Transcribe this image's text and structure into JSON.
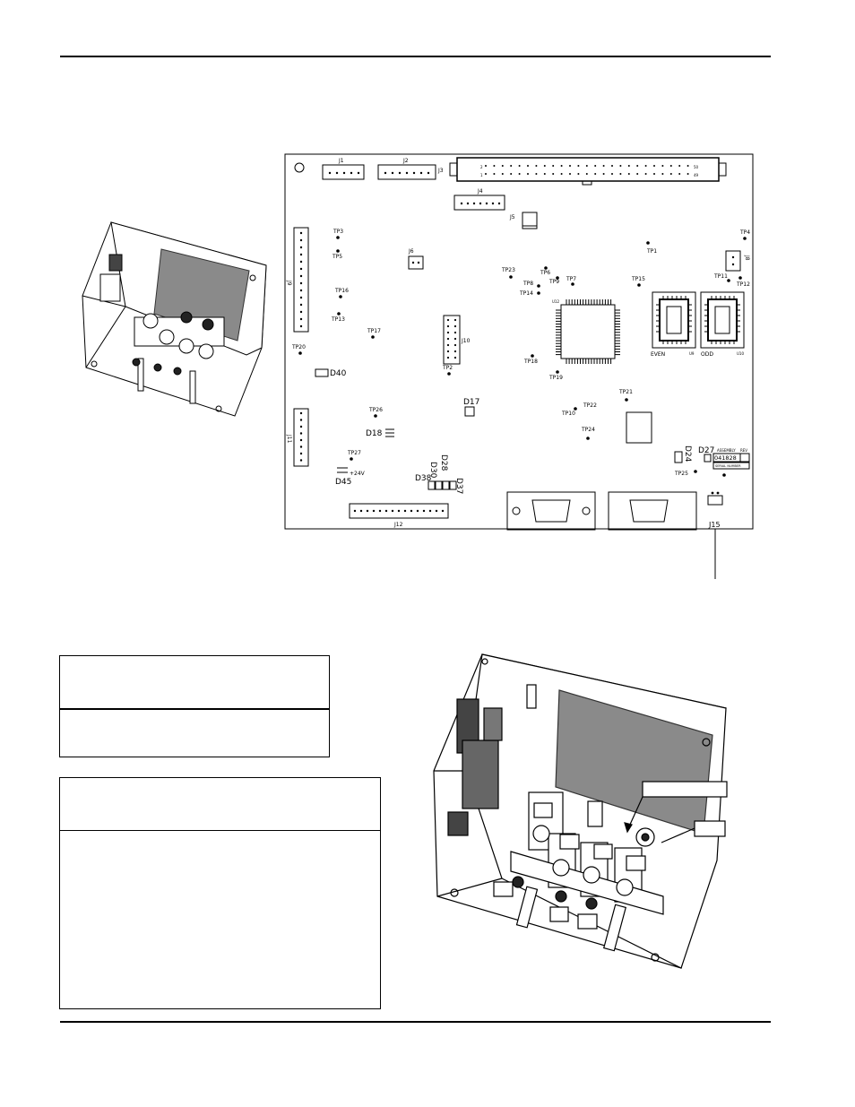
{
  "board": {
    "connectors": {
      "j1": "J1",
      "j2": "J2",
      "j3": "J3",
      "j4": "J4",
      "j5": "J5",
      "j6": "J6",
      "j8": "J8",
      "j9": "J9",
      "j10": "J10",
      "j11": "J11",
      "j12": "J12",
      "j15": "J15"
    },
    "j3_pins": {
      "left_top": "2",
      "left_bottom": "1",
      "right_top": "50",
      "right_bottom": "49"
    },
    "test_points": {
      "tp1": "TP1",
      "tp3": "TP3",
      "tp4": "TP4",
      "tp5": "TP5",
      "tp6": "TP6",
      "tp7": "TP7",
      "tp8": "TP8",
      "tp9": "TP9",
      "tp10": "TP10",
      "tp11": "TP11",
      "tp12": "TP12",
      "tp13": "TP13",
      "tp14": "TP14",
      "tp15": "TP15",
      "tp16": "TP16",
      "tp17": "TP17",
      "tp18": "TP18",
      "tp19": "TP19",
      "tp20": "TP20",
      "tp21": "TP21",
      "tp22": "TP22",
      "tp23": "TP23",
      "tp24": "TP24",
      "tp25": "TP25",
      "tp26": "TP26",
      "tp27": "TP27",
      "tp2": "TP2"
    },
    "diodes": {
      "d17": "D17",
      "d18": "D18",
      "d24": "D24",
      "d27": "D27",
      "d28": "D28",
      "d30": "D30",
      "d37": "D37",
      "d38": "D38",
      "d40": "D40",
      "d45": "D45"
    },
    "chips": {
      "u9": "U9",
      "u10": "U10",
      "u12": "U12",
      "even": "EVEN",
      "odd": "ODD"
    },
    "plus24v": "+24V",
    "assembly": {
      "assembly_label": "ASSEMBLY",
      "rev_label": "REV",
      "number": "041828",
      "serial_label": "SERIAL NUMBER"
    }
  }
}
